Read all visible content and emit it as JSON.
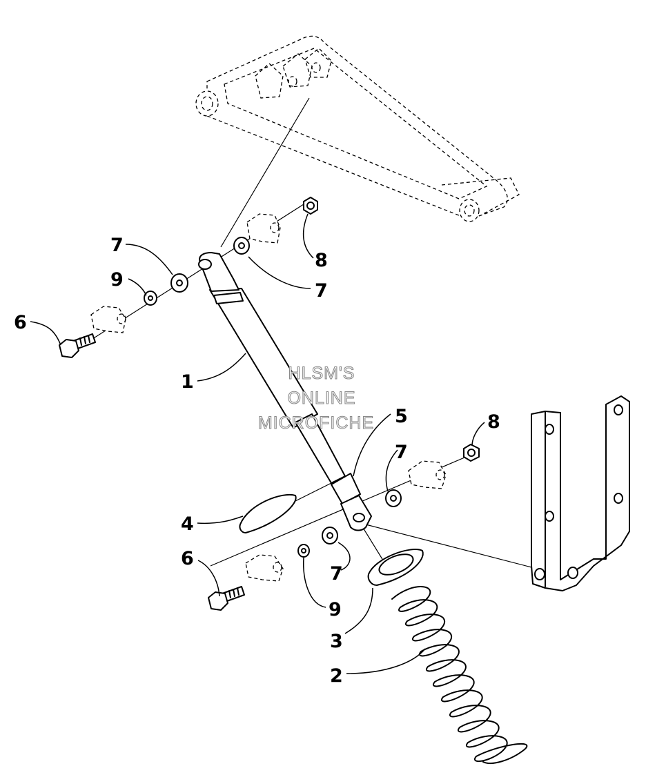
{
  "watermark": {
    "line1": "HLSM'S",
    "line2": "ONLINE",
    "line3": "MICROFICHE"
  },
  "callouts": [
    {
      "id": "c1",
      "label": "1"
    },
    {
      "id": "c2",
      "label": "2"
    },
    {
      "id": "c3",
      "label": "3"
    },
    {
      "id": "c4",
      "label": "4"
    },
    {
      "id": "c5",
      "label": "5"
    },
    {
      "id": "c6a",
      "label": "6"
    },
    {
      "id": "c6b",
      "label": "6"
    },
    {
      "id": "c7a",
      "label": "7"
    },
    {
      "id": "c7b",
      "label": "7"
    },
    {
      "id": "c7c",
      "label": "7"
    },
    {
      "id": "c7d",
      "label": "7"
    },
    {
      "id": "c8a",
      "label": "8"
    },
    {
      "id": "c8b",
      "label": "8"
    },
    {
      "id": "c9a",
      "label": "9"
    },
    {
      "id": "c9b",
      "label": "9"
    }
  ]
}
